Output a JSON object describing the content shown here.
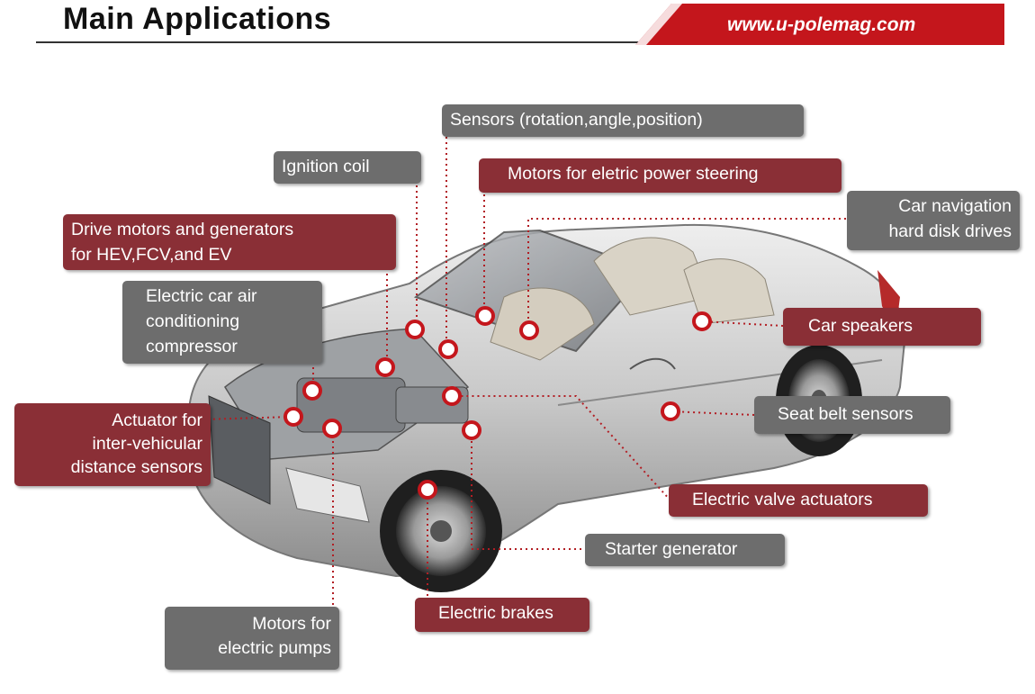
{
  "header": {
    "title": "Main Applications",
    "url": "www.u-polemag.com",
    "accent_color": "#c4161c"
  },
  "callouts": {
    "sensors": "Sensors (rotation,angle,position)",
    "ignition": "Ignition coil",
    "steering": "Motors for eletric power steering",
    "navigation_1": "Car navigation",
    "navigation_2": "hard disk drives",
    "drive_motors_1": "Drive motors and generators",
    "drive_motors_2": "for HEV,FCV,and EV",
    "ac_1": "Electric car air",
    "ac_2": "conditioning",
    "ac_3": "compressor",
    "speakers": "Car speakers",
    "actuator_1": "Actuator for",
    "actuator_2": "inter-vehicular",
    "actuator_3": "distance sensors",
    "seatbelt": "Seat belt sensors",
    "valve": "Electric valve actuators",
    "starter": "Starter generator",
    "brakes": "Electric brakes",
    "pumps_1": "Motors for",
    "pumps_2": "electric pumps"
  },
  "colors": {
    "label_red": "#8a2f36",
    "label_gray": "#6d6d6d",
    "marker": "#c4161c"
  }
}
